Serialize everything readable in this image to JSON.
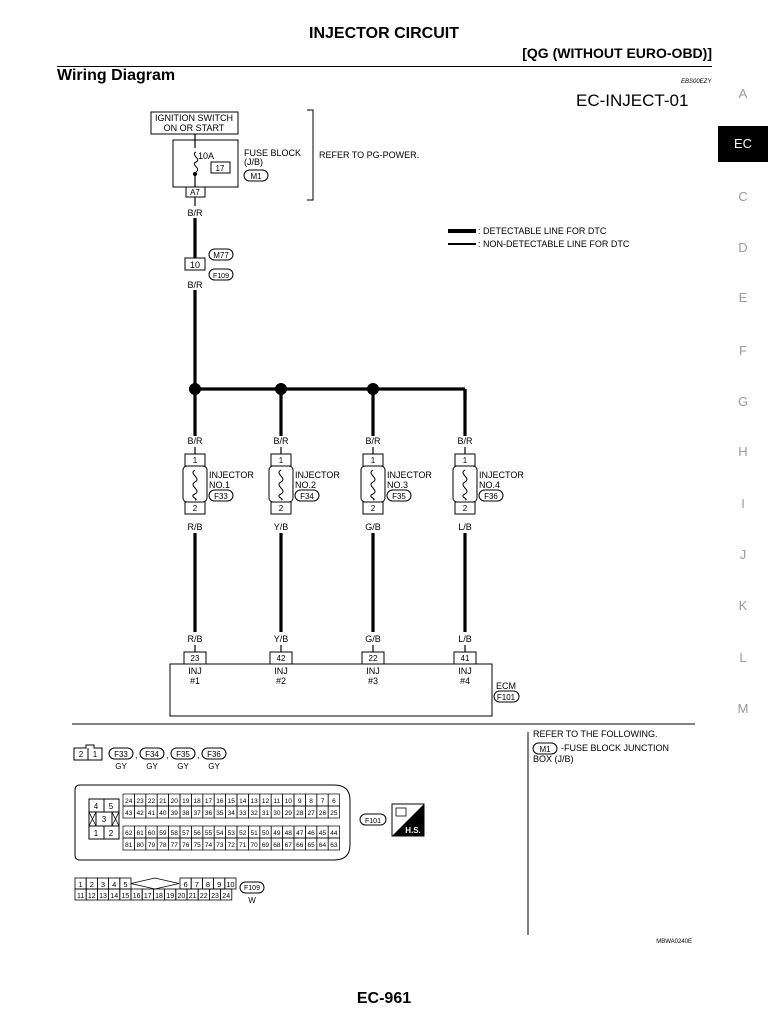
{
  "header": {
    "title": "INJECTOR CIRCUIT",
    "subtitle": "[QG (WITHOUT EURO-OBD)]",
    "section": "Wiring Diagram",
    "doc_code": "EBS00EZY",
    "diagram_id": "EC-INJECT-01"
  },
  "side_tabs": [
    "A",
    "EC",
    "C",
    "D",
    "E",
    "F",
    "G",
    "H",
    "I",
    "J",
    "K",
    "L",
    "M"
  ],
  "active_tab": "EC",
  "diagram": {
    "ignition_label": [
      "IGNITION SWITCH",
      "ON OR START"
    ],
    "fuse": {
      "rating": "10A",
      "number": "17",
      "terminal": "A7",
      "label": [
        "FUSE BLOCK",
        "(J/B)"
      ],
      "connector": "M1"
    },
    "refer_pg": "REFER TO PG-POWER.",
    "legend": {
      "thick": ": DETECTABLE LINE FOR DTC",
      "thin": ": NON-DETECTABLE LINE FOR DTC"
    },
    "wire_br": "B/R",
    "joint": {
      "terminal": "10",
      "conn_top": "M77",
      "conn_bottom": "F109"
    },
    "injectors": [
      {
        "name": [
          "INJECTOR",
          "NO.1"
        ],
        "connector": "F33",
        "pin_top": "1",
        "pin_bottom": "2",
        "wire_in": "B/R",
        "wire_out": "R/B",
        "ecm_wire": "R/B",
        "ecm_pin": "23",
        "ecm_label": [
          "INJ",
          "#1"
        ]
      },
      {
        "name": [
          "INJECTOR",
          "NO.2"
        ],
        "connector": "F34",
        "pin_top": "1",
        "pin_bottom": "2",
        "wire_in": "B/R",
        "wire_out": "Y/B",
        "ecm_wire": "Y/B",
        "ecm_pin": "42",
        "ecm_label": [
          "INJ",
          "#2"
        ]
      },
      {
        "name": [
          "INJECTOR",
          "NO.3"
        ],
        "connector": "F35",
        "pin_top": "1",
        "pin_bottom": "2",
        "wire_in": "B/R",
        "wire_out": "G/B",
        "ecm_wire": "G/B",
        "ecm_pin": "22",
        "ecm_label": [
          "INJ",
          "#3"
        ]
      },
      {
        "name": [
          "INJECTOR",
          "NO.4"
        ],
        "connector": "F36",
        "pin_top": "1",
        "pin_bottom": "2",
        "wire_in": "B/R",
        "wire_out": "L/B",
        "ecm_wire": "L/B",
        "ecm_pin": "41",
        "ecm_label": [
          "INJ",
          "#4"
        ]
      }
    ],
    "ecm": {
      "label": "ECM",
      "connector": "F101"
    }
  },
  "connectors": {
    "injector_conn": {
      "pins": [
        "2",
        "1"
      ],
      "items": [
        {
          "id": "F33",
          "color": "GY"
        },
        {
          "id": "F34",
          "color": "GY"
        },
        {
          "id": "F35",
          "color": "GY"
        },
        {
          "id": "F36",
          "color": "GY"
        }
      ],
      "sep": ","
    },
    "ecm_conn": {
      "id": "F101",
      "left_pins": [
        "4",
        "5",
        "3",
        "1",
        "2"
      ],
      "row1": [
        "24",
        "23",
        "22",
        "21",
        "20",
        "19",
        "18",
        "17",
        "16",
        "15",
        "14",
        "13",
        "12",
        "11",
        "10",
        "9",
        "8",
        "7",
        "6"
      ],
      "row2": [
        "43",
        "42",
        "41",
        "40",
        "39",
        "38",
        "37",
        "36",
        "35",
        "34",
        "33",
        "32",
        "31",
        "30",
        "29",
        "28",
        "27",
        "26",
        "25"
      ],
      "row3": [
        "62",
        "61",
        "60",
        "59",
        "58",
        "57",
        "56",
        "55",
        "54",
        "53",
        "52",
        "51",
        "50",
        "49",
        "48",
        "47",
        "46",
        "45",
        "44"
      ],
      "row4": [
        "81",
        "80",
        "79",
        "78",
        "77",
        "76",
        "75",
        "74",
        "73",
        "72",
        "71",
        "70",
        "69",
        "68",
        "67",
        "66",
        "65",
        "64",
        "63"
      ]
    },
    "hs_badge": "H.S.",
    "f109_conn": {
      "id": "F109",
      "color": "W",
      "top_left": [
        "1",
        "2",
        "3",
        "4",
        "5"
      ],
      "top_right": [
        "6",
        "7",
        "8",
        "9",
        "10"
      ],
      "bottom": [
        "11",
        "12",
        "13",
        "14",
        "15",
        "16",
        "17",
        "18",
        "19",
        "20",
        "21",
        "22",
        "23",
        "24"
      ]
    }
  },
  "refer": {
    "title": "REFER TO THE FOLLOWING.",
    "connector": "M1",
    "text": [
      "-FUSE BLOCK JUNCTION",
      "BOX (J/B)"
    ]
  },
  "image_code": "MBWA0240E",
  "page_number": "EC-961"
}
